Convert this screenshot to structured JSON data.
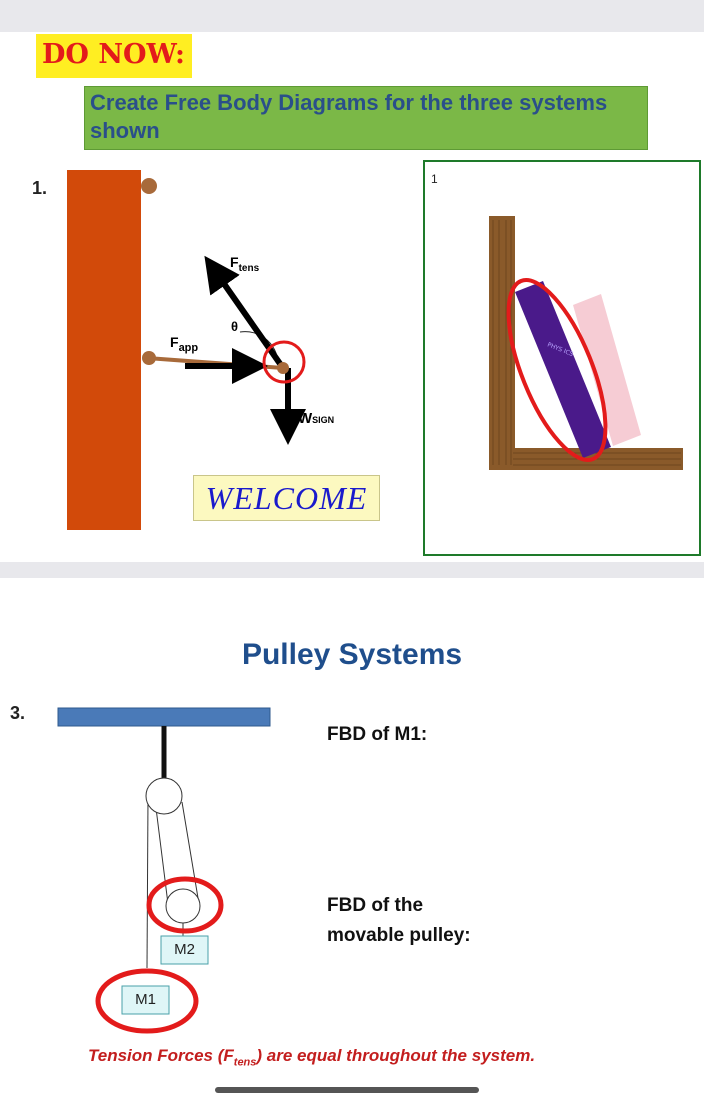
{
  "slide1": {
    "do_now": "DO NOW:",
    "banner": "Create Free Body Diagrams for the three systems shown",
    "number": "1.",
    "forces": {
      "tension_main": "F",
      "tension_sub": "tens",
      "applied_main": "F",
      "applied_sub": "app",
      "weight_main": "W",
      "weight_sub": "SIGN",
      "angle": "θ"
    },
    "sign_text": "WELCOME",
    "inset": {
      "label": "1",
      "book_text": "PHYS ICS"
    }
  },
  "slide2": {
    "title": "Pulley Systems",
    "number": "3.",
    "mass1": "M1",
    "mass2": "M2",
    "fbd_m1": "FBD of M1:",
    "fbd_pulley_line1": "FBD of the",
    "fbd_pulley_line2": "movable pulley:",
    "note_pre": "Tension Forces (F",
    "note_sub": "tens",
    "note_post": ") are equal throughout the system."
  },
  "colors": {
    "board": "#d24a0a",
    "banner": "#7bb847",
    "banner_text": "#2a4f8a",
    "highlight_circle": "#e31b1b",
    "pulley_title": "#1f4e8c",
    "note": "#c31e1e",
    "frame": "#1e7a2a"
  }
}
